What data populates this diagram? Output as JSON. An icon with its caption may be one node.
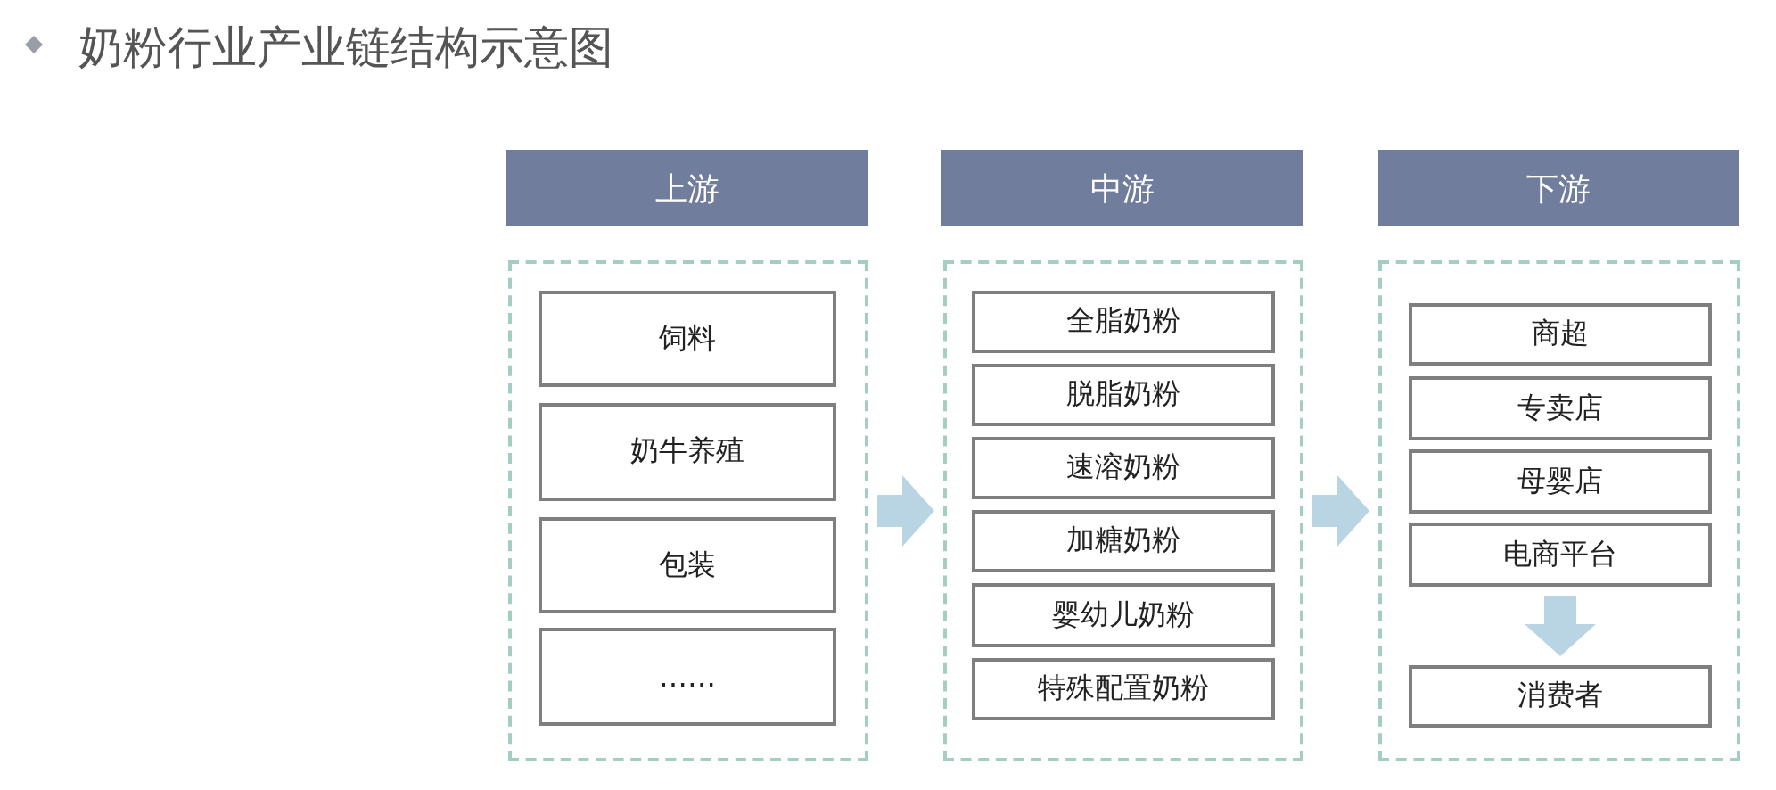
{
  "diagram": {
    "title": "奶粉行业产业链结构示意图",
    "nodes": [
      {
        "text": [
          "上游"
        ]
      },
      {
        "text": [],
        "shape": "box"
      },
      {
        "text": [
          "饲料"
        ],
        "in": 1
      },
      {
        "text": [
          "奶牛养殖"
        ],
        "in": 1
      },
      {
        "text": [
          "包装"
        ],
        "in": 1
      },
      {
        "text": [
          "……"
        ],
        "in": 1
      },
      {
        "text": [
          "中游"
        ]
      },
      {
        "text": [],
        "shape": "box"
      },
      {
        "text": [
          "全脂奶粉"
        ],
        "in": 7
      },
      {
        "text": [
          "脱脂奶粉"
        ],
        "in": 7
      },
      {
        "text": [
          "速溶奶粉"
        ],
        "in": 7
      },
      {
        "text": [
          "加糖奶粉"
        ],
        "in": 7
      },
      {
        "text": [
          "婴幼儿奶粉"
        ],
        "in": 7
      },
      {
        "text": [
          "特殊配置奶粉"
        ],
        "in": 7
      },
      {
        "text": [
          "下游"
        ]
      },
      {
        "text": [],
        "shape": "box"
      },
      {
        "text": [
          "商超"
        ],
        "in": 15
      },
      {
        "text": [
          "专卖店"
        ],
        "in": 15
      },
      {
        "text": [
          "母婴店"
        ],
        "in": 15
      },
      {
        "text": [
          "电商平台"
        ],
        "in": 15
      },
      {
        "text": [
          "消费者"
        ],
        "in": 15
      }
    ],
    "edges": [
      {
        "from": 1,
        "to": 7,
        "arrow": "to"
      },
      {
        "from": 7,
        "to": 15,
        "arrow": "to"
      },
      {
        "from": 19,
        "to": 20,
        "arrow": "to"
      }
    ]
  }
}
